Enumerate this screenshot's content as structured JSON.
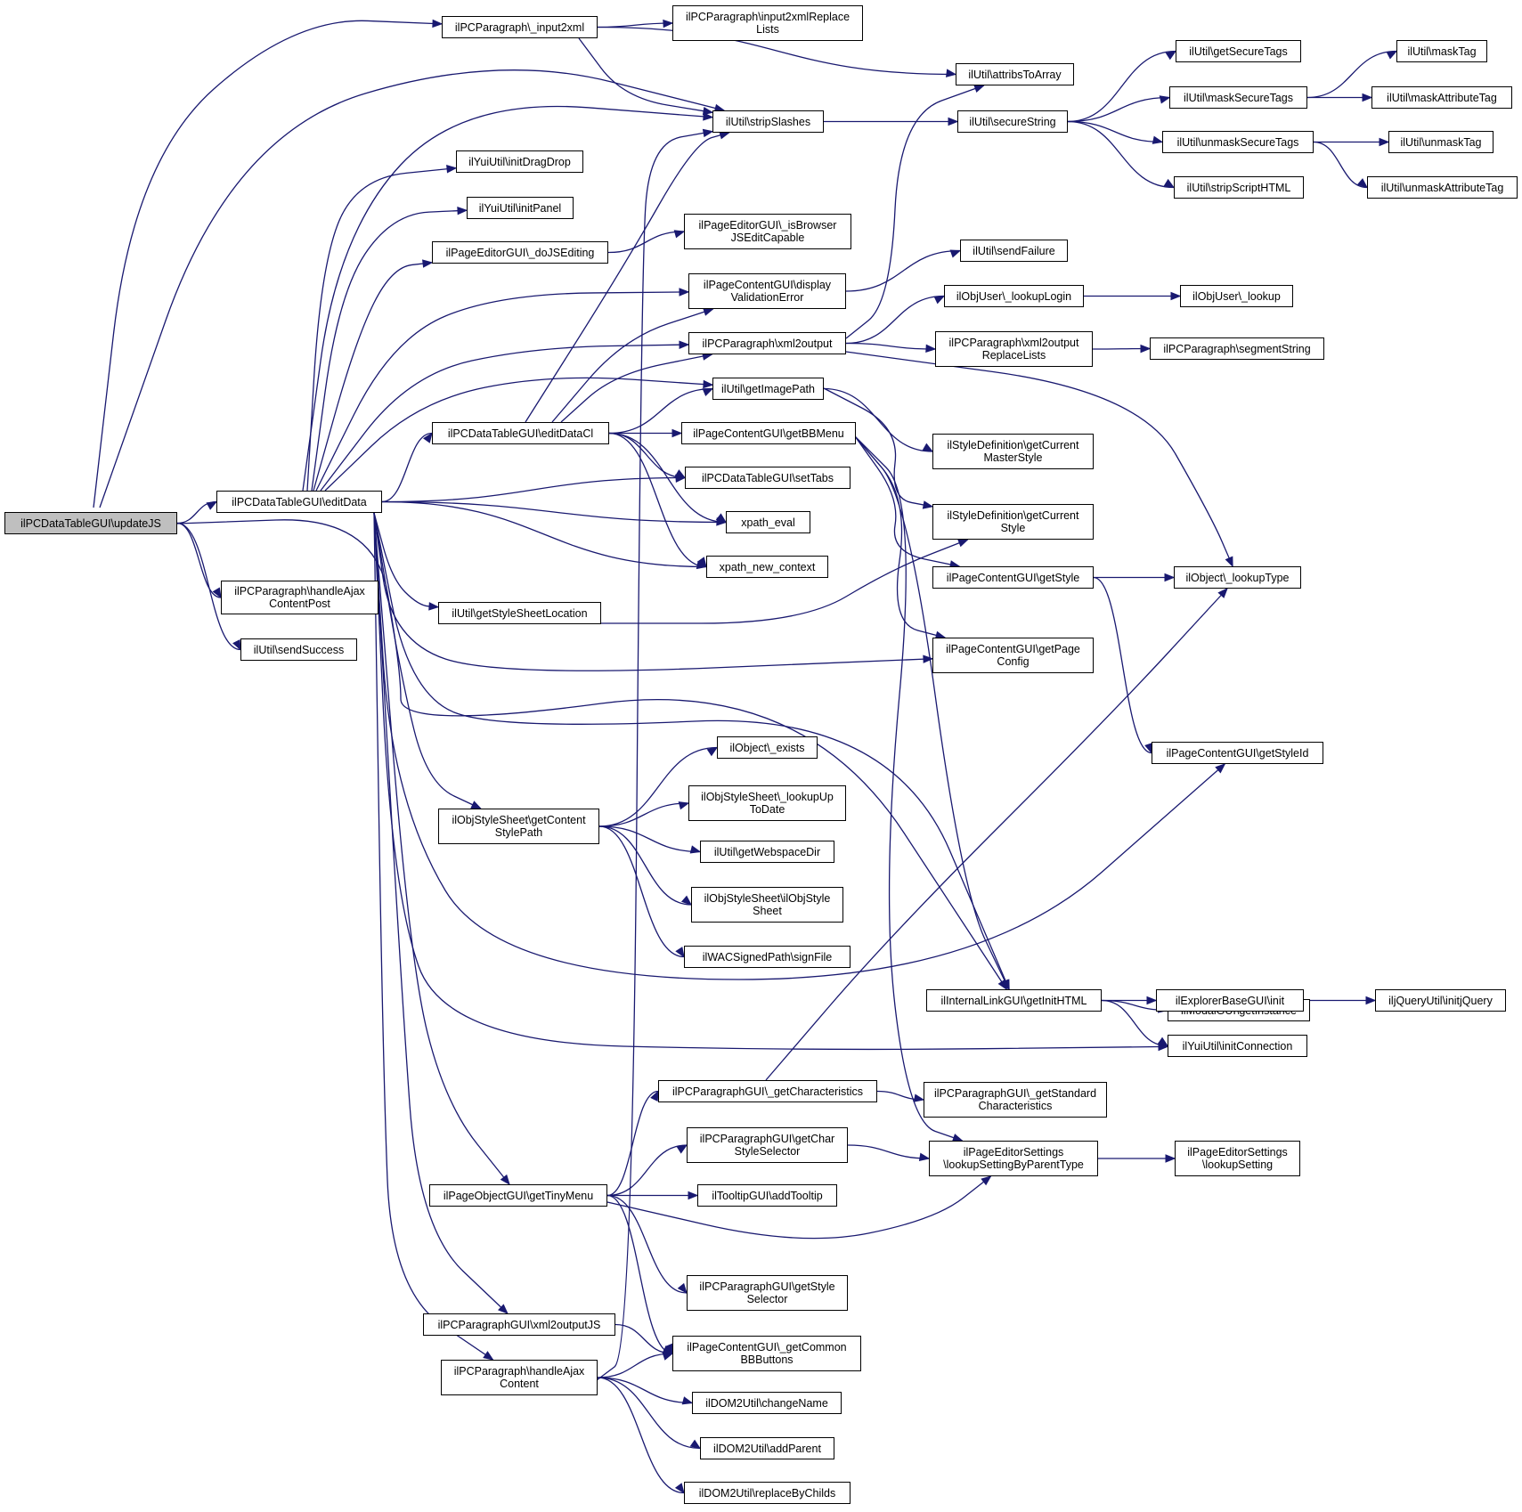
{
  "diagram": {
    "root": "updateJS",
    "colors": {
      "edge": "#191970",
      "root_fill": "#bfbfbf",
      "node_fill": "#ffffff",
      "node_border": "#000000"
    },
    "nodes": [
      {
        "id": "updateJS",
        "label": "ilPCDataTableGUI\\updateJS"
      },
      {
        "id": "editData",
        "label": "ilPCDataTableGUI\\editData"
      },
      {
        "id": "handleAjaxContentPost",
        "label": "ilPCParagraph\\handleAjax\nContentPost"
      },
      {
        "id": "sendSuccess",
        "label": "ilUtil\\sendSuccess"
      },
      {
        "id": "input2xml",
        "label": "ilPCParagraph\\_input2xml"
      },
      {
        "id": "input2xmlReplaceLists",
        "label": "ilPCParagraph\\input2xmlReplace\nLists"
      },
      {
        "id": "attribsToArray",
        "label": "ilUtil\\attribsToArray"
      },
      {
        "id": "stripSlashes",
        "label": "ilUtil\\stripSlashes"
      },
      {
        "id": "secureString",
        "label": "ilUtil\\secureString"
      },
      {
        "id": "getSecureTags",
        "label": "ilUtil\\getSecureTags"
      },
      {
        "id": "maskSecureTags",
        "label": "ilUtil\\maskSecureTags"
      },
      {
        "id": "maskTag",
        "label": "ilUtil\\maskTag"
      },
      {
        "id": "maskAttributeTag",
        "label": "ilUtil\\maskAttributeTag"
      },
      {
        "id": "unmaskSecureTags",
        "label": "ilUtil\\unmaskSecureTags"
      },
      {
        "id": "unmaskTag",
        "label": "ilUtil\\unmaskTag"
      },
      {
        "id": "unmaskAttributeTag",
        "label": "ilUtil\\unmaskAttributeTag"
      },
      {
        "id": "stripScriptHTML",
        "label": "ilUtil\\stripScriptHTML"
      },
      {
        "id": "initDragDrop",
        "label": "ilYuiUtil\\initDragDrop"
      },
      {
        "id": "initPanel",
        "label": "ilYuiUtil\\initPanel"
      },
      {
        "id": "doJSEditing",
        "label": "ilPageEditorGUI\\_doJSEditing"
      },
      {
        "id": "isBrowserJSEditCapable",
        "label": "ilPageEditorGUI\\_isBrowser\nJSEditCapable"
      },
      {
        "id": "sendFailure",
        "label": "ilUtil\\sendFailure"
      },
      {
        "id": "displayValidationError",
        "label": "ilPageContentGUI\\display\nValidationError"
      },
      {
        "id": "lookupLogin",
        "label": "ilObjUser\\_lookupLogin"
      },
      {
        "id": "objUserLookup",
        "label": "ilObjUser\\_lookup"
      },
      {
        "id": "xml2output",
        "label": "ilPCParagraph\\xml2output"
      },
      {
        "id": "xml2outputReplaceLists",
        "label": "ilPCParagraph\\xml2output\nReplaceLists"
      },
      {
        "id": "segmentString",
        "label": "ilPCParagraph\\segmentString"
      },
      {
        "id": "getImagePath",
        "label": "ilUtil\\getImagePath"
      },
      {
        "id": "editDataCl",
        "label": "ilPCDataTableGUI\\editDataCl"
      },
      {
        "id": "getBBMenu",
        "label": "ilPageContentGUI\\getBBMenu"
      },
      {
        "id": "getCurrentMasterStyle",
        "label": "ilStyleDefinition\\getCurrent\nMasterStyle"
      },
      {
        "id": "setTabs",
        "label": "ilPCDataTableGUI\\setTabs"
      },
      {
        "id": "getCurrentStyle",
        "label": "ilStyleDefinition\\getCurrent\nStyle"
      },
      {
        "id": "xpathEval",
        "label": "xpath_eval"
      },
      {
        "id": "xpathNewContext",
        "label": "xpath_new_context"
      },
      {
        "id": "getStyle",
        "label": "ilPageContentGUI\\getStyle"
      },
      {
        "id": "lookupType",
        "label": "ilObject\\_lookupType"
      },
      {
        "id": "getStyleSheetLocation",
        "label": "ilUtil\\getStyleSheetLocation"
      },
      {
        "id": "getPageConfig",
        "label": "ilPageContentGUI\\getPage\nConfig"
      },
      {
        "id": "exists",
        "label": "ilObject\\_exists"
      },
      {
        "id": "getStyleId",
        "label": "ilPageContentGUI\\getStyleId"
      },
      {
        "id": "getContentStylePath",
        "label": "ilObjStyleSheet\\getContent\nStylePath"
      },
      {
        "id": "lookupUpToDate",
        "label": "ilObjStyleSheet\\_lookupUp\nToDate"
      },
      {
        "id": "getWebspaceDir",
        "label": "ilUtil\\getWebspaceDir"
      },
      {
        "id": "ilObjStyleSheet",
        "label": "ilObjStyleSheet\\ilObjStyle\nSheet"
      },
      {
        "id": "signFile",
        "label": "ilWACSignedPath\\signFile"
      },
      {
        "id": "getInstance",
        "label": "ilModalGUI\\getInstance"
      },
      {
        "id": "getInitHTML",
        "label": "ilInternalLinkGUI\\getInitHTML"
      },
      {
        "id": "explorerInit",
        "label": "ilExplorerBaseGUI\\init"
      },
      {
        "id": "initjQuery",
        "label": "iljQueryUtil\\initjQuery"
      },
      {
        "id": "initConnection",
        "label": "ilYuiUtil\\initConnection"
      },
      {
        "id": "getCharacteristics",
        "label": "ilPCParagraphGUI\\_getCharacteristics"
      },
      {
        "id": "getStandardCharacteristics",
        "label": "ilPCParagraphGUI\\_getStandard\nCharacteristics"
      },
      {
        "id": "getCharStyleSelector",
        "label": "ilPCParagraphGUI\\getChar\nStyleSelector"
      },
      {
        "id": "lookupSettingByParentType",
        "label": "ilPageEditorSettings\n\\lookupSettingByParentType"
      },
      {
        "id": "lookupSetting",
        "label": "ilPageEditorSettings\n\\lookupSetting"
      },
      {
        "id": "getTinyMenu",
        "label": "ilPageObjectGUI\\getTinyMenu"
      },
      {
        "id": "addTooltip",
        "label": "ilTooltipGUI\\addTooltip"
      },
      {
        "id": "getStyleSelector",
        "label": "ilPCParagraphGUI\\getStyle\nSelector"
      },
      {
        "id": "xml2outputJS",
        "label": "ilPCParagraphGUI\\xml2outputJS"
      },
      {
        "id": "getCommonBBButtons",
        "label": "ilPageContentGUI\\_getCommon\nBBButtons"
      },
      {
        "id": "handleAjaxContent",
        "label": "ilPCParagraph\\handleAjax\nContent"
      },
      {
        "id": "changeName",
        "label": "ilDOM2Util\\changeName"
      },
      {
        "id": "addParent",
        "label": "ilDOM2Util\\addParent"
      },
      {
        "id": "replaceByChilds",
        "label": "ilDOM2Util\\replaceByChilds"
      }
    ],
    "edges": [
      [
        "updateJS",
        "input2xml"
      ],
      [
        "updateJS",
        "stripSlashes"
      ],
      [
        "updateJS",
        "editData"
      ],
      [
        "updateJS",
        "handleAjaxContentPost"
      ],
      [
        "updateJS",
        "sendSuccess"
      ],
      [
        "updateJS",
        "getInitHTML"
      ],
      [
        "input2xml",
        "input2xmlReplaceLists"
      ],
      [
        "input2xml",
        "attribsToArray"
      ],
      [
        "input2xml",
        "stripSlashes"
      ],
      [
        "stripSlashes",
        "secureString"
      ],
      [
        "secureString",
        "getSecureTags"
      ],
      [
        "secureString",
        "maskSecureTags"
      ],
      [
        "secureString",
        "unmaskSecureTags"
      ],
      [
        "secureString",
        "stripScriptHTML"
      ],
      [
        "maskSecureTags",
        "maskTag"
      ],
      [
        "maskSecureTags",
        "maskAttributeTag"
      ],
      [
        "unmaskSecureTags",
        "unmaskTag"
      ],
      [
        "unmaskSecureTags",
        "unmaskAttributeTag"
      ],
      [
        "doJSEditing",
        "isBrowserJSEditCapable"
      ],
      [
        "displayValidationError",
        "sendFailure"
      ],
      [
        "xml2output",
        "attribsToArray"
      ],
      [
        "xml2output",
        "lookupLogin"
      ],
      [
        "xml2output",
        "xml2outputReplaceLists"
      ],
      [
        "xml2output",
        "lookupType"
      ],
      [
        "lookupLogin",
        "objUserLookup"
      ],
      [
        "xml2outputReplaceLists",
        "segmentString"
      ],
      [
        "getImagePath",
        "getCurrentMasterStyle"
      ],
      [
        "getImagePath",
        "getCurrentStyle"
      ],
      [
        "editData",
        "stripSlashes"
      ],
      [
        "editData",
        "initDragDrop"
      ],
      [
        "editData",
        "initPanel"
      ],
      [
        "editData",
        "doJSEditing"
      ],
      [
        "editData",
        "displayValidationError"
      ],
      [
        "editData",
        "xml2output"
      ],
      [
        "editData",
        "getImagePath"
      ],
      [
        "editData",
        "editDataCl"
      ],
      [
        "editData",
        "setTabs"
      ],
      [
        "editData",
        "xpathEval"
      ],
      [
        "editData",
        "xpathNewContext"
      ],
      [
        "editData",
        "getStyleSheetLocation"
      ],
      [
        "editData",
        "getPageConfig"
      ],
      [
        "editData",
        "getInitHTML"
      ],
      [
        "editData",
        "getContentStylePath"
      ],
      [
        "editData",
        "getStyleId"
      ],
      [
        "editData",
        "initConnection"
      ],
      [
        "editData",
        "getTinyMenu"
      ],
      [
        "editData",
        "xml2outputJS"
      ],
      [
        "editData",
        "handleAjaxContent"
      ],
      [
        "editDataCl",
        "stripSlashes"
      ],
      [
        "editDataCl",
        "displayValidationError"
      ],
      [
        "editDataCl",
        "xml2output"
      ],
      [
        "editDataCl",
        "getImagePath"
      ],
      [
        "editDataCl",
        "getBBMenu"
      ],
      [
        "editDataCl",
        "setTabs"
      ],
      [
        "editDataCl",
        "xpathEval"
      ],
      [
        "editDataCl",
        "xpathNewContext"
      ],
      [
        "getBBMenu",
        "getStyle"
      ],
      [
        "getBBMenu",
        "getPageConfig"
      ],
      [
        "getBBMenu",
        "getInitHTML"
      ],
      [
        "getBBMenu",
        "lookupSettingByParentType"
      ],
      [
        "getStyle",
        "lookupType"
      ],
      [
        "getStyle",
        "getStyleId"
      ],
      [
        "getStyleSheetLocation",
        "getCurrentStyle"
      ],
      [
        "getContentStylePath",
        "exists"
      ],
      [
        "getContentStylePath",
        "lookupUpToDate"
      ],
      [
        "getContentStylePath",
        "getWebspaceDir"
      ],
      [
        "getContentStylePath",
        "ilObjStyleSheet"
      ],
      [
        "getContentStylePath",
        "signFile"
      ],
      [
        "getInitHTML",
        "getInstance"
      ],
      [
        "getInitHTML",
        "explorerInit"
      ],
      [
        "getInitHTML",
        "initConnection"
      ],
      [
        "explorerInit",
        "initjQuery"
      ],
      [
        "getCharacteristics",
        "lookupType"
      ],
      [
        "getCharacteristics",
        "getStandardCharacteristics"
      ],
      [
        "getCharStyleSelector",
        "lookupSettingByParentType"
      ],
      [
        "lookupSettingByParentType",
        "lookupSetting"
      ],
      [
        "getTinyMenu",
        "getCharacteristics"
      ],
      [
        "getTinyMenu",
        "getCharStyleSelector"
      ],
      [
        "getTinyMenu",
        "addTooltip"
      ],
      [
        "getTinyMenu",
        "lookupSettingByParentType"
      ],
      [
        "getTinyMenu",
        "getStyleSelector"
      ],
      [
        "getTinyMenu",
        "getCommonBBButtons"
      ],
      [
        "xml2outputJS",
        "getCommonBBButtons"
      ],
      [
        "handleAjaxContent",
        "stripSlashes"
      ],
      [
        "handleAjaxContent",
        "getCommonBBButtons"
      ],
      [
        "handleAjaxContent",
        "changeName"
      ],
      [
        "handleAjaxContent",
        "addParent"
      ],
      [
        "handleAjaxContent",
        "replaceByChilds"
      ]
    ]
  }
}
